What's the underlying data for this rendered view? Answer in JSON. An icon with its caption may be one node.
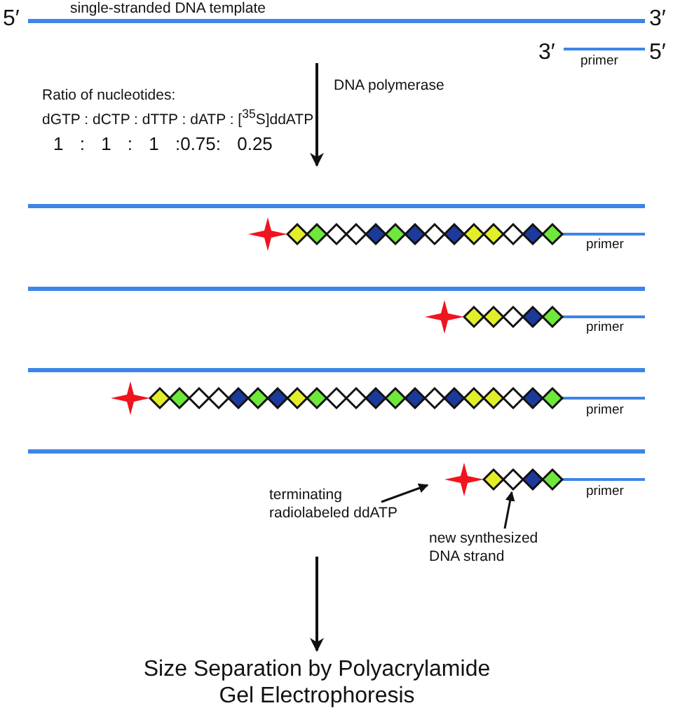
{
  "diagram": {
    "nodes": [
      {
        "text": [
          "terminating radiolabeled ddATP"
        ]
      },
      {
        "text": [],
        "shape": "star"
      },
      {
        "text": [
          "new synthesized DNA strand"
        ]
      },
      {
        "text": [],
        "shape": "chain"
      },
      {
        "text": [
          "Size Separation by Polyacrylamide Gel Electrophoresis"
        ]
      }
    ],
    "edges": [
      {
        "from": 0,
        "to": 1,
        "arrow": "to"
      },
      {
        "from": 2,
        "to": 3,
        "arrow": "to"
      },
      {
        "from": null,
        "to": 4,
        "arrow": "to"
      }
    ],
    "labels": [
      "5′",
      "single-stranded DNA template",
      "3′",
      "3′",
      "5′",
      "primer",
      "Ratio of nucleotides:",
      "dGTP : dCTP : dTTP : dATP : [$^{35}$S]ddATP",
      "1 : 1 : 1 :0.75: 0.25",
      "DNA polymerase",
      "primer",
      "primer",
      "primer",
      "primer"
    ]
  }
}
